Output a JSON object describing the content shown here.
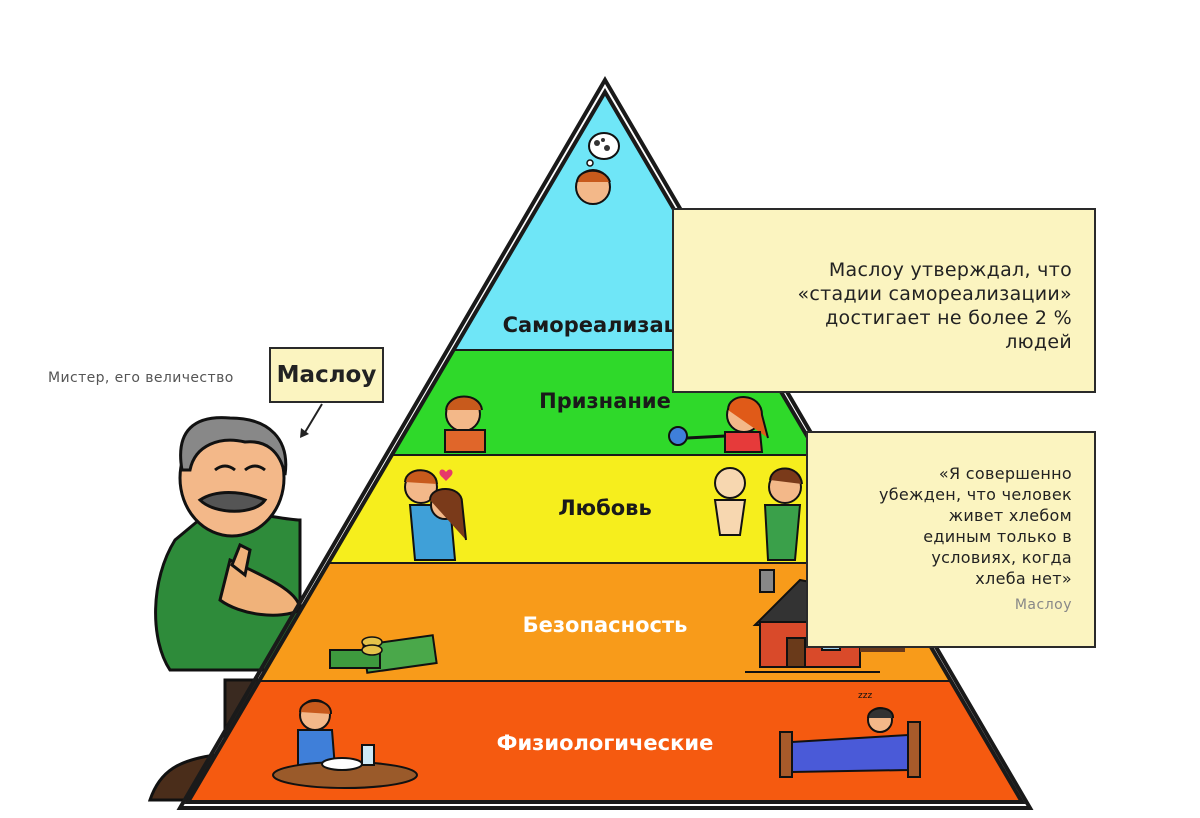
{
  "pyramid": {
    "levels": [
      {
        "id": "self",
        "label": "Самореализация",
        "color": "#6fe6f7"
      },
      {
        "id": "esteem",
        "label": "Признание",
        "color": "#2fd92a"
      },
      {
        "id": "love",
        "label": "Любовь",
        "color": "#f6ee1d"
      },
      {
        "id": "safety",
        "label": "Безопасность",
        "color": "#f89b1a"
      },
      {
        "id": "physio",
        "label": "Физиологические",
        "color": "#f55a10"
      }
    ]
  },
  "maslow": {
    "caption": "Мистер, его величество",
    "name": "Маслоу"
  },
  "note_top": {
    "lines": [
      "Маслоу утверждал, что",
      "«стадии самореализации»",
      "достигает не более 2 %",
      "людей"
    ]
  },
  "note_quote": {
    "lines": [
      "«Я совершенно",
      "убежден, что человек",
      "живет хлебом",
      "единым только в",
      "условиях, когда",
      "хлеба нет»"
    ],
    "author": "Маслоу"
  }
}
